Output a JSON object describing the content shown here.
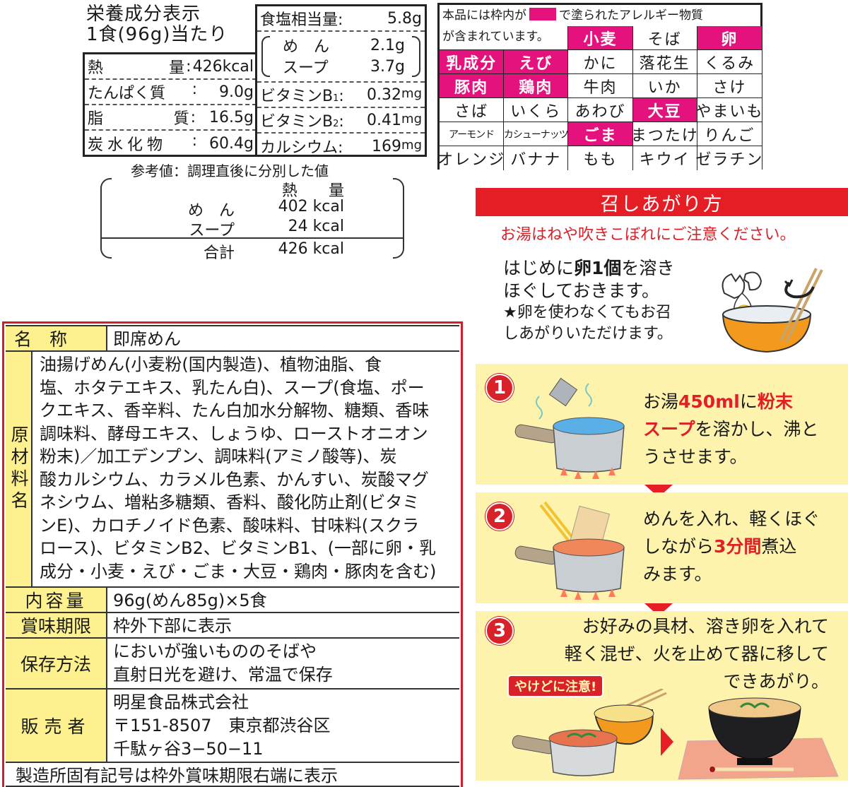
{
  "nutrition": {
    "title_line1": "栄養成分表示",
    "title_line2": "1食(96g)当たり",
    "left_rows": [
      {
        "label_a": "熱",
        "label_b": "量",
        "value": "426kcal"
      },
      {
        "label_a": "たんぱく質",
        "label_b": ":",
        "value": "9.0g"
      },
      {
        "label_a": "脂",
        "label_b": "質",
        "value": "16.5g"
      },
      {
        "label_a": "炭水化物",
        "label_b": ":",
        "value": "60.4g"
      }
    ],
    "salt": {
      "label": "食塩相当量:",
      "value": "5.8g"
    },
    "salt_detail": [
      {
        "label": "め　ん",
        "value": "2.1g"
      },
      {
        "label": "スープ",
        "value": "3.7g"
      }
    ],
    "right_rows": [
      {
        "label": "ビタミンB",
        "sub": "1",
        "value": "0.32",
        "unit": "mg"
      },
      {
        "label": "ビタミンB",
        "sub": "2",
        "value": "0.41",
        "unit": "mg"
      },
      {
        "label": "カルシウム:",
        "sub": "",
        "value": "169",
        "unit": "mg"
      }
    ],
    "reference": {
      "title": "参考値：調理直後に分別した値",
      "header": "熱　　量",
      "rows": [
        {
          "label": "め　ん",
          "value": "402 kcal"
        },
        {
          "label": "スープ",
          "value": "24 kcal"
        }
      ],
      "total": {
        "label": "合計",
        "value": "426 kcal"
      }
    }
  },
  "allergens": {
    "note_part1": "本品には枠内が",
    "note_part2": "で塗られたアレルギー物質",
    "note_line2": "が含まれています。",
    "highlight_color": "#e5127d",
    "cells": [
      {
        "label": "小麦",
        "on": true
      },
      {
        "label": "そば",
        "on": false
      },
      {
        "label": "卵",
        "on": true
      },
      {
        "label": "乳成分",
        "on": true
      },
      {
        "label": "えび",
        "on": true
      },
      {
        "label": "かに",
        "on": false
      },
      {
        "label": "落花生",
        "on": false
      },
      {
        "label": "くるみ",
        "on": false
      },
      {
        "label": "豚肉",
        "on": true
      },
      {
        "label": "鶏肉",
        "on": true
      },
      {
        "label": "牛肉",
        "on": false
      },
      {
        "label": "いか",
        "on": false
      },
      {
        "label": "さけ",
        "on": false
      },
      {
        "label": "さば",
        "on": false
      },
      {
        "label": "いくら",
        "on": false
      },
      {
        "label": "あわび",
        "on": false
      },
      {
        "label": "大豆",
        "on": true
      },
      {
        "label": "やまいも",
        "on": false
      },
      {
        "label": "アーモンド",
        "on": false
      },
      {
        "label": "カシューナッツ",
        "on": false
      },
      {
        "label": "ごま",
        "on": true
      },
      {
        "label": "まつたけ",
        "on": false
      },
      {
        "label": "りんご",
        "on": false
      },
      {
        "label": "オレンジ",
        "on": false
      },
      {
        "label": "バナナ",
        "on": false
      },
      {
        "label": "もも",
        "on": false
      },
      {
        "label": "キウイ",
        "on": false
      },
      {
        "label": "ゼラチン",
        "on": false
      }
    ]
  },
  "label": {
    "name_head": "名　称",
    "name_value": "即席めん",
    "ingredients_head": "原材料名",
    "ingredients_lines": [
      "油揚げめん(小麦粉(国内製造)、植物油脂、食",
      "塩、ホタテエキス、乳たん白)、スープ(食塩、ポー",
      "クエキス、香辛料、たん白加水分解物、糖類、香味",
      "調味料、酵母エキス、しょうゆ、ローストオニオン",
      "粉末)／加工デンプン、調味料(アミノ酸等)、炭",
      "酸カルシウム、カラメル色素、かんすい、炭酸マグ",
      "ネシウム、増粘多糖類、香料、酸化防止剤(ビタミ",
      "ンE)、カロチノイド色素、酸味料、甘味料(スクラ",
      "ロース)、ビタミンB2、ビタミンB1、(一部に卵・乳",
      "成分・小麦・えび・ごま・大豆・鶏肉・豚肉を含む)"
    ],
    "contents_head": "内容量",
    "contents_value": "96g(めん85g)×5食",
    "expiry_head": "賞味期限",
    "expiry_value": "枠外下部に表示",
    "storage_head": "保存方法",
    "storage_lines": [
      "においが強いもののそばや",
      "直射日光を避け、常温で保存"
    ],
    "seller_head": "販売者",
    "seller_lines": [
      "明星食品株式会社",
      "〒151-8507　東京都渋谷区",
      "千駄ヶ谷3−50−11"
    ],
    "footer": "製造所固有記号は枠外賞味期限右端に表示",
    "border_color": "#d21e2a",
    "head_bg": "#fdf08f"
  },
  "cooking": {
    "banner": "召しあがり方",
    "warning": "お湯はねや吹きこぼれにご注意ください。",
    "egg_pre": "はじめに",
    "egg_bold": "卵1個",
    "egg_post": "を溶き",
    "egg_line2": "ほぐしておきます。",
    "egg_note1": "★卵を使わなくてもお召",
    "egg_note2": "しあがりいただけます。",
    "steps": [
      {
        "number": "1",
        "parts": [
          {
            "t": "お湯",
            "red": false
          },
          {
            "t": "450ml",
            "red": true
          },
          {
            "t": "に",
            "red": false
          },
          {
            "t": "粉末",
            "red": true
          }
        ],
        "line2_red": "スープ",
        "line2": "を溶かし、沸と",
        "line3": "うさせます。"
      },
      {
        "number": "2",
        "line1": "めんを入れ、軽くほぐ",
        "line2_pre": "しながら",
        "line2_red": "3分間",
        "line2_post": "煮込",
        "line3": "みます。"
      },
      {
        "number": "3",
        "line1": "お好みの具材、溶き卵を入れて",
        "line2": "軽く混ぜ、火を止めて器に移して",
        "line3": "できあがり。",
        "badge": "やけどに注意!"
      }
    ],
    "accent_color": "#e51d25",
    "step_bg": "#fdf3ad"
  }
}
